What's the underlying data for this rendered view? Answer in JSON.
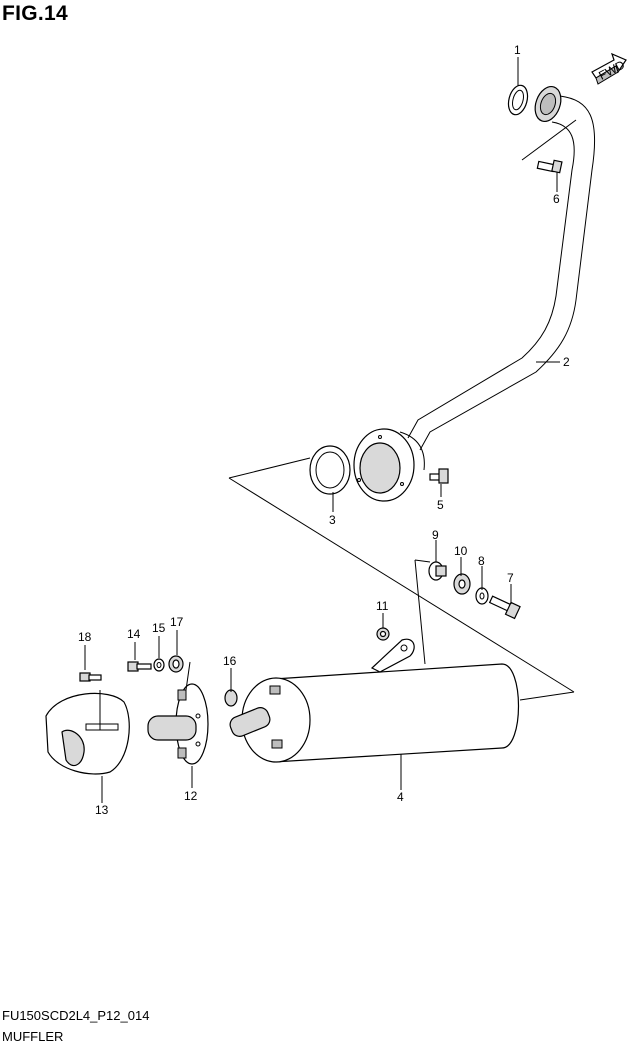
{
  "figure": {
    "title": "FIG.14",
    "code": "FU150SCD2L4_P12_014",
    "caption": "MUFFLER",
    "fwd_label": "FWD"
  },
  "parts": [
    {
      "id": "part-1",
      "number": "1"
    },
    {
      "id": "part-2",
      "number": "2"
    },
    {
      "id": "part-3",
      "number": "3"
    },
    {
      "id": "part-4",
      "number": "4"
    },
    {
      "id": "part-5",
      "number": "5"
    },
    {
      "id": "part-6",
      "number": "6"
    },
    {
      "id": "part-7",
      "number": "7"
    },
    {
      "id": "part-8",
      "number": "8"
    },
    {
      "id": "part-9",
      "number": "9"
    },
    {
      "id": "part-10",
      "number": "10"
    },
    {
      "id": "part-11",
      "number": "11"
    },
    {
      "id": "part-12",
      "number": "12"
    },
    {
      "id": "part-13",
      "number": "13"
    },
    {
      "id": "part-14",
      "number": "14"
    },
    {
      "id": "part-15",
      "number": "15"
    },
    {
      "id": "part-16",
      "number": "16"
    },
    {
      "id": "part-17",
      "number": "17"
    },
    {
      "id": "part-18",
      "number": "18"
    }
  ]
}
